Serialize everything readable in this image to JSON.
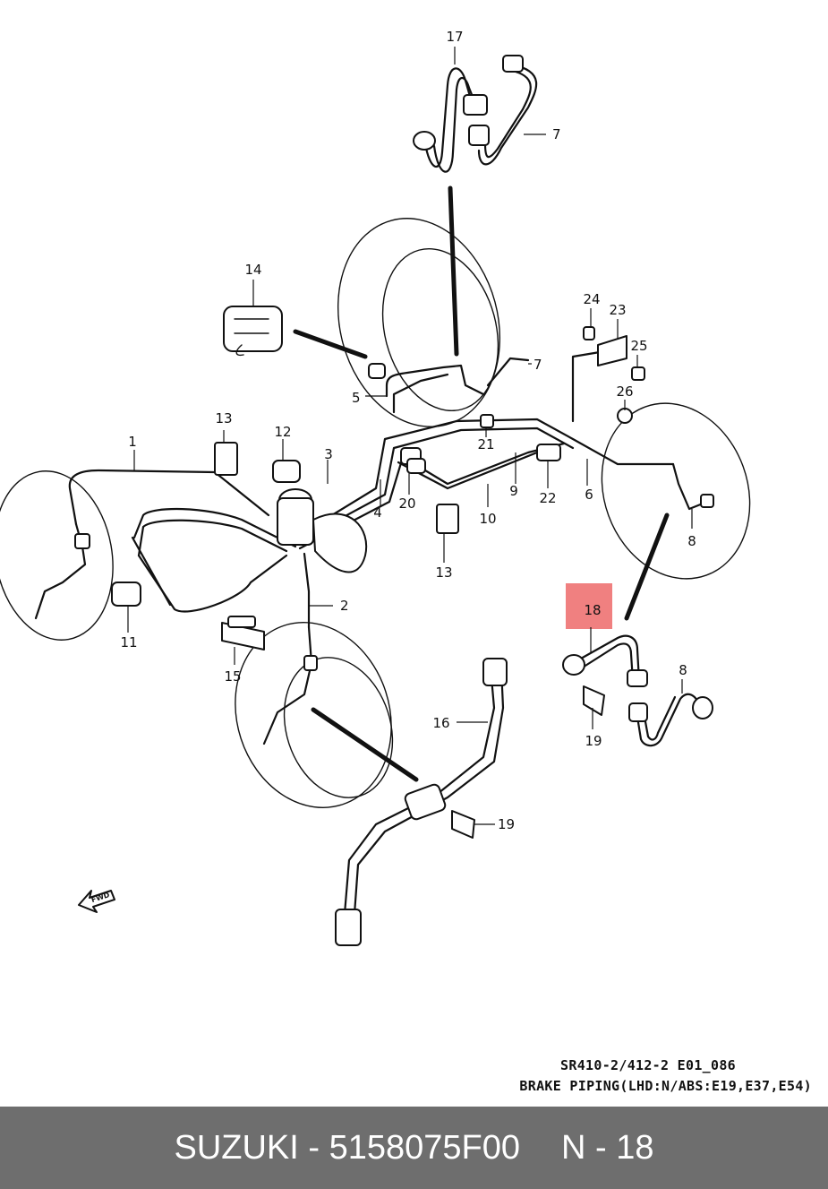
{
  "diagram": {
    "callouts": [
      {
        "id": "17",
        "label": "17"
      },
      {
        "id": "7a",
        "label": "7"
      },
      {
        "id": "14",
        "label": "14"
      },
      {
        "id": "7b",
        "label": "7"
      },
      {
        "id": "5",
        "label": "5"
      },
      {
        "id": "24",
        "label": "24"
      },
      {
        "id": "23",
        "label": "23"
      },
      {
        "id": "25",
        "label": "25"
      },
      {
        "id": "26",
        "label": "26"
      },
      {
        "id": "13a",
        "label": "13"
      },
      {
        "id": "12",
        "label": "12"
      },
      {
        "id": "1",
        "label": "1"
      },
      {
        "id": "3",
        "label": "3"
      },
      {
        "id": "21",
        "label": "21"
      },
      {
        "id": "9",
        "label": "9"
      },
      {
        "id": "22",
        "label": "22"
      },
      {
        "id": "6",
        "label": "6"
      },
      {
        "id": "4",
        "label": "4"
      },
      {
        "id": "20",
        "label": "20"
      },
      {
        "id": "10",
        "label": "10"
      },
      {
        "id": "8a",
        "label": "8"
      },
      {
        "id": "13b",
        "label": "13"
      },
      {
        "id": "2",
        "label": "2"
      },
      {
        "id": "11",
        "label": "11"
      },
      {
        "id": "15",
        "label": "15"
      },
      {
        "id": "18",
        "label": "18",
        "highlighted": true
      },
      {
        "id": "8b",
        "label": "8"
      },
      {
        "id": "19a",
        "label": "19"
      },
      {
        "id": "16",
        "label": "16"
      },
      {
        "id": "19b",
        "label": "19"
      }
    ],
    "fwd_label": "FWD",
    "highlight_color": "#f08080",
    "caption_code": "SR410-2/412-2 E01_086",
    "caption_title": "BRAKE PIPING(LHD:N/ABS:E19,E37,E54)"
  },
  "footer": {
    "brand": "SUZUKI - 5158075F00",
    "ref": "N - 18",
    "background": "#6e6e6e"
  }
}
